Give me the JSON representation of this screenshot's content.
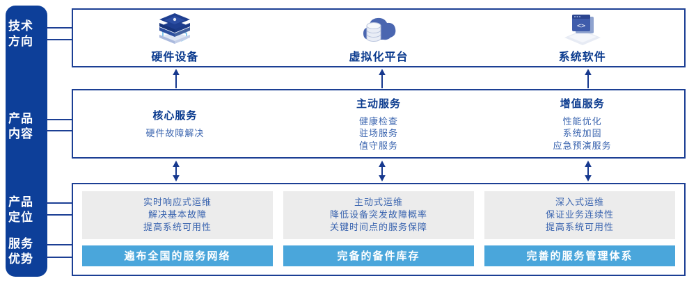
{
  "colors": {
    "rail_navy": "#0d3f99",
    "border_navy": "#1c3f94",
    "title_navy": "#0a3a8e",
    "body_blue": "#3a64af",
    "bar_blue": "#4aa6db",
    "panel_gray": "#ececec",
    "arrow_navy": "#16388e"
  },
  "rail": {
    "items": [
      {
        "line1": "技术",
        "line2": "方向"
      },
      {
        "line1": "产品",
        "line2": "内容"
      },
      {
        "line1": "产品",
        "line2": "定位"
      },
      {
        "line1": "服务",
        "line2": "优势"
      }
    ]
  },
  "tech_row": {
    "items": [
      {
        "label": "硬件设备",
        "icon": "server-stack-icon"
      },
      {
        "label": "虚拟化平台",
        "icon": "cloud-database-icon"
      },
      {
        "label": "系统软件",
        "icon": "code-window-icon"
      }
    ]
  },
  "content_row": {
    "columns": [
      {
        "title": "核心服务",
        "items": [
          "硬件故障解决"
        ]
      },
      {
        "title": "主动服务",
        "items": [
          "健康检查",
          "驻场服务",
          "值守服务"
        ]
      },
      {
        "title": "增值服务",
        "items": [
          "性能优化",
          "系统加固",
          "应急预演服务"
        ]
      }
    ]
  },
  "bottom_row": {
    "columns": [
      {
        "positioning": [
          "实时响应式运维",
          "解决基本故障",
          "提高系统可用性"
        ],
        "advantage": "遍布全国的服务网络"
      },
      {
        "positioning": [
          "主动式运维",
          "降低设备突发故障概率",
          "关键时间点的服务保障"
        ],
        "advantage": "完备的备件库存"
      },
      {
        "positioning": [
          "深入式运维",
          "保证业务连续性",
          "提高系统可用性"
        ],
        "advantage": "完善的服务管理体系"
      }
    ]
  }
}
